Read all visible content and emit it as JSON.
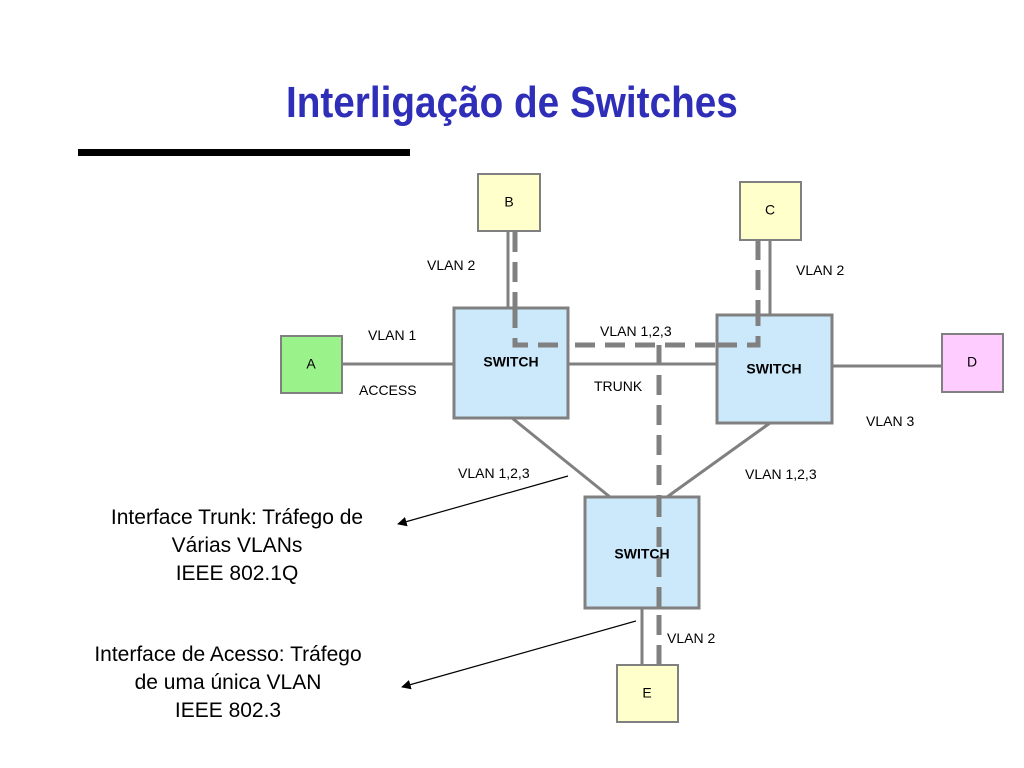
{
  "title": "Interligação de Switches",
  "devices": {
    "a": "A",
    "b": "B",
    "c": "C",
    "d": "D",
    "e": "E"
  },
  "switches": {
    "left": "SWITCH",
    "right": "SWITCH",
    "bottom": "SWITCH"
  },
  "labels": {
    "vlan2_b": "VLAN 2",
    "vlan2_c": "VLAN 2",
    "vlan1": "VLAN 1",
    "access": "ACCESS",
    "vlan123_top": "VLAN 1,2,3",
    "trunk": "TRUNK",
    "vlan3": "VLAN 3",
    "vlan123_left": "VLAN 1,2,3",
    "vlan123_right": "VLAN 1,2,3",
    "vlan2_e": "VLAN 2"
  },
  "notes": {
    "trunk": [
      "Interface Trunk: Tráfego de",
      "Várias VLANs",
      "IEEE 802.1Q"
    ],
    "access": [
      "Interface de Acesso: Tráfego",
      "de uma única VLAN",
      "IEEE 802.3"
    ]
  },
  "colors": {
    "title": "#2e2eb8",
    "switch_fill": "#cce8fb",
    "box_a": "#99f28a",
    "box_bce": "#ffffcc",
    "box_d": "#ffccff",
    "dashed_path": "#808080"
  }
}
